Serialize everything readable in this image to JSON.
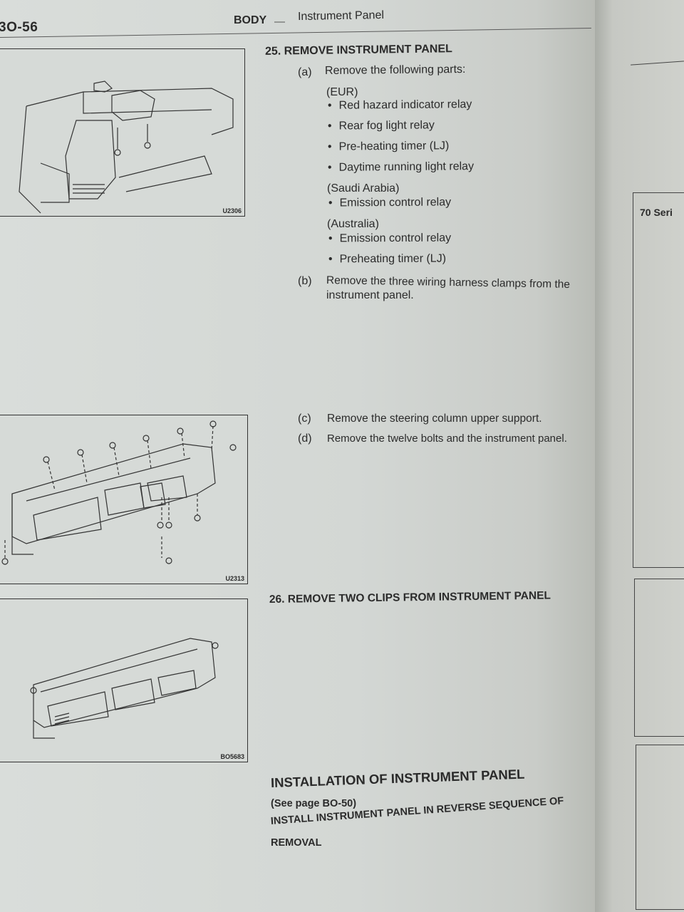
{
  "header": {
    "page_number": "3O-56",
    "section": "BODY",
    "dash": "—",
    "title": "Instrument Panel"
  },
  "figures": {
    "fig1_code": "U2306",
    "fig2_code": "U2313",
    "fig3_code": "BO5683"
  },
  "step25": {
    "heading": "25.  REMOVE INSTRUMENT PANEL",
    "a_label": "(a)",
    "a_text": "Remove the following parts:",
    "eur_label": "(EUR)",
    "eur_items": [
      "Red hazard indicator relay",
      "Rear fog light relay",
      "Pre-heating timer (LJ)",
      "Daytime running light relay"
    ],
    "saudi_label": "(Saudi Arabia)",
    "saudi_items": [
      "Emission control relay"
    ],
    "aus_label": "(Australia)",
    "aus_items": [
      "Emission control relay",
      "Preheating timer (LJ)"
    ],
    "b_label": "(b)",
    "b_text_line1": "Remove the three wiring harness clamps from the",
    "b_text_line2": "instrument panel.",
    "c_label": "(c)",
    "c_text": "Remove the steering column upper support.",
    "d_label": "(d)",
    "d_text": "Remove the twelve bolts and the instrument panel."
  },
  "step26": {
    "heading": "26.  REMOVE TWO CLIPS FROM INSTRUMENT PANEL"
  },
  "installation": {
    "heading": "INSTALLATION OF INSTRUMENT PANEL",
    "see_page": "(See page BO-50)",
    "install_line1": "INSTALL INSTRUMENT PANEL IN REVERSE SEQUENCE OF",
    "install_line2": "REMOVAL"
  },
  "next_page": {
    "label": "70 Seri"
  }
}
